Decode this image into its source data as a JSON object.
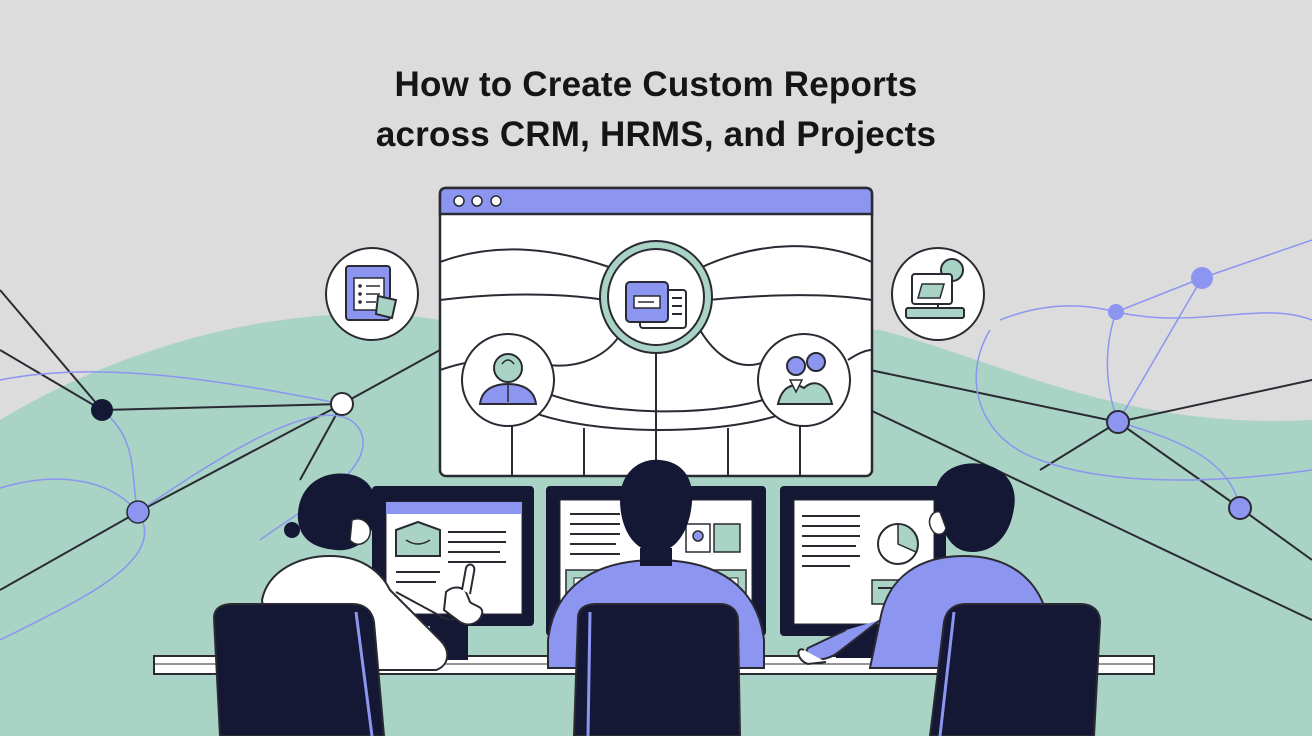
{
  "title": {
    "line1": "How to Create Custom Reports",
    "line2": "across CRM, HRMS, and Projects"
  },
  "colors": {
    "background": "#dcdcdc",
    "mint": "#a9d3c5",
    "lavender": "#8c95ef",
    "navy": "#141834",
    "outline": "#2a2a33"
  },
  "illustration": {
    "browser_window": "report-dashboard-window",
    "nodes": [
      "document-icon",
      "report-icon",
      "person-icon",
      "team-icon",
      "office-icon"
    ],
    "people": [
      "left-analyst",
      "center-analyst",
      "right-analyst"
    ]
  }
}
